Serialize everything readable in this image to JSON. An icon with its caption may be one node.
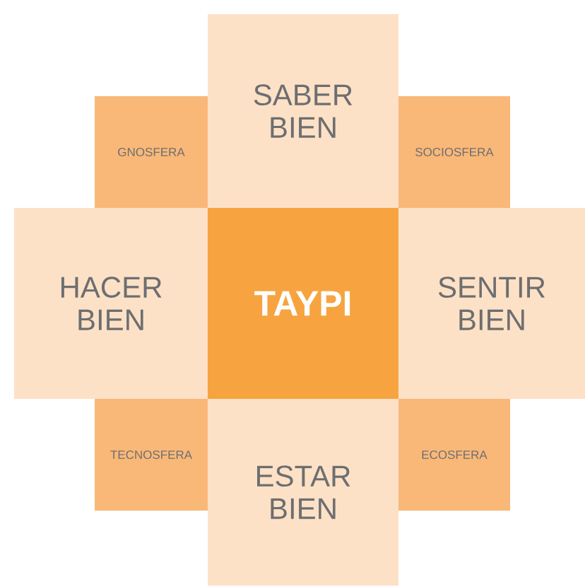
{
  "diagram": {
    "nodes": [
      {
        "text": [
          "SABER BIEN"
        ]
      },
      {
        "text": [
          "GNOSFERA"
        ]
      },
      {
        "text": [
          "SOCIOSFERA"
        ]
      },
      {
        "text": [
          "HACER BIEN"
        ]
      },
      {
        "text": [
          "TAYPI"
        ]
      },
      {
        "text": [
          "SENTIR BIEN"
        ]
      },
      {
        "text": [
          "TECNOSFERA"
        ]
      },
      {
        "text": [
          "ESTAR BIEN"
        ]
      },
      {
        "text": [
          "ECOSFERA"
        ]
      }
    ]
  }
}
